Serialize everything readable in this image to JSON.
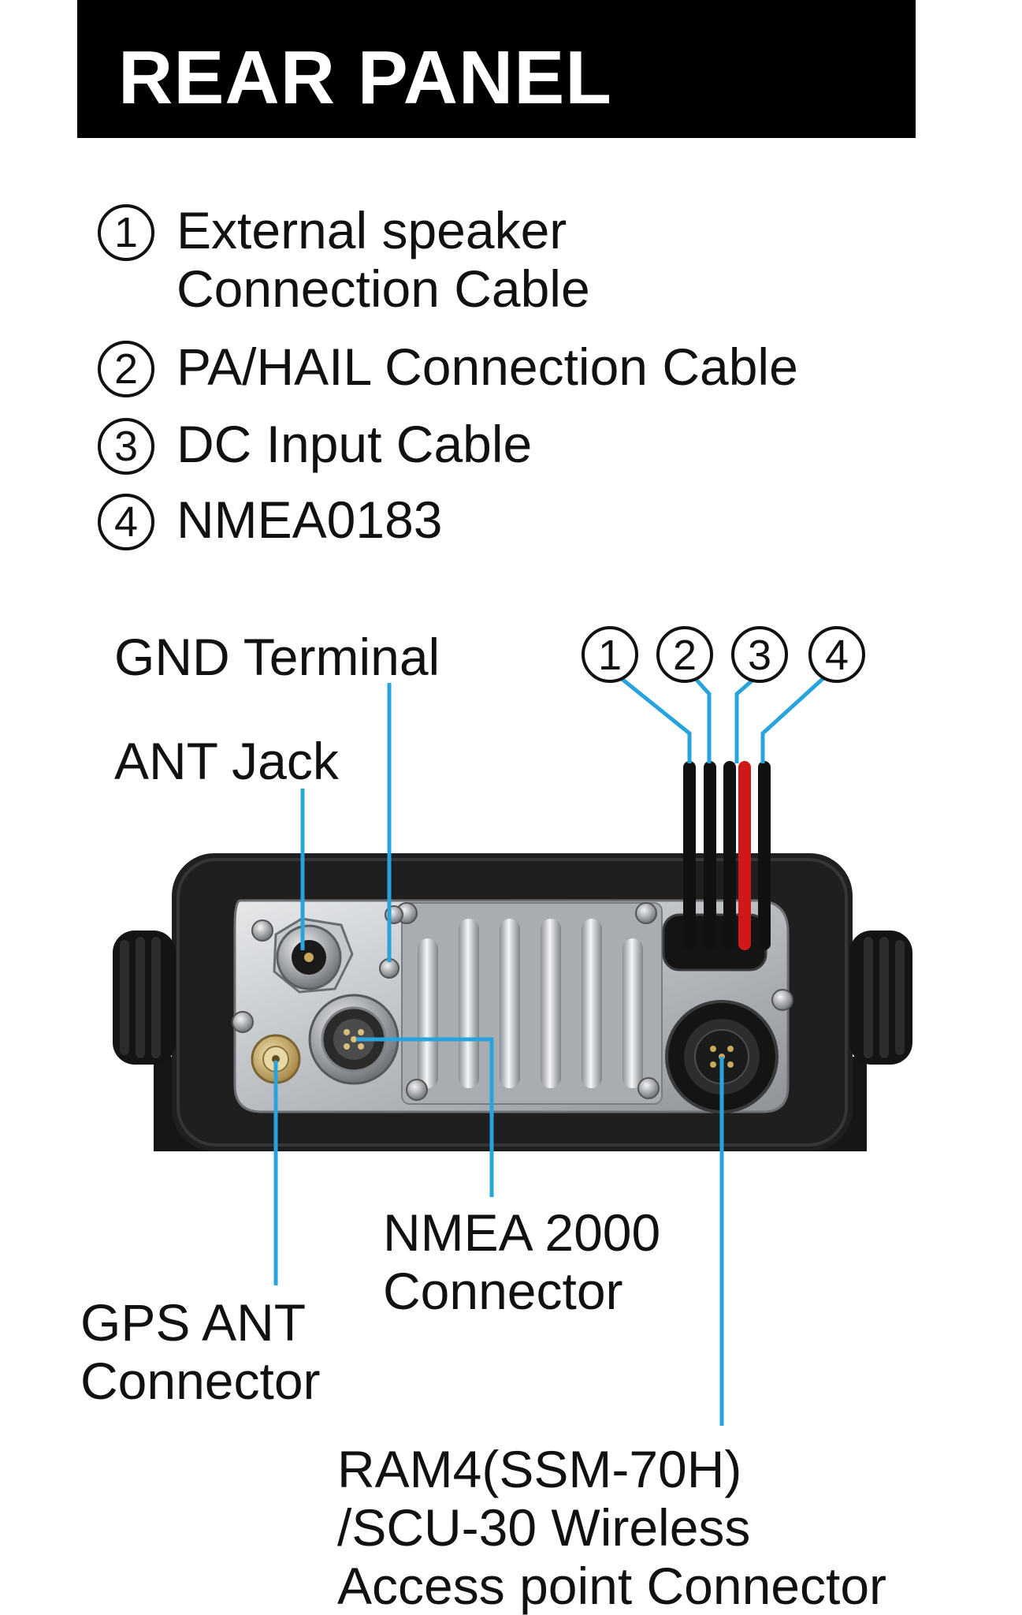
{
  "header": {
    "title": "REAR PANEL"
  },
  "legend": {
    "items": [
      {
        "number": "1",
        "lines": [
          "External speaker",
          "Connection Cable"
        ]
      },
      {
        "number": "2",
        "lines": [
          "PA/HAIL  Connection Cable"
        ]
      },
      {
        "number": "3",
        "lines": [
          "DC Input Cable"
        ]
      },
      {
        "number": "4",
        "lines": [
          "NMEA0183"
        ]
      }
    ]
  },
  "callouts": {
    "gnd_terminal": [
      "GND Terminal"
    ],
    "ant_jack": [
      "ANT Jack"
    ],
    "nmea2000": [
      "NMEA 2000",
      "Connector"
    ],
    "gps_ant": [
      "GPS ANT",
      "Connector"
    ],
    "ram4": [
      "RAM4(SSM-70H)",
      "/SCU-30 Wireless",
      "Access point Connector"
    ]
  },
  "cable_markers": [
    "1",
    "2",
    "3",
    "4"
  ],
  "colors": {
    "leader_line": "#29a3db",
    "header_bg": "#000000",
    "header_text": "#ffffff",
    "dc_cable_red": "#d01818",
    "cable_black": "#111111"
  }
}
